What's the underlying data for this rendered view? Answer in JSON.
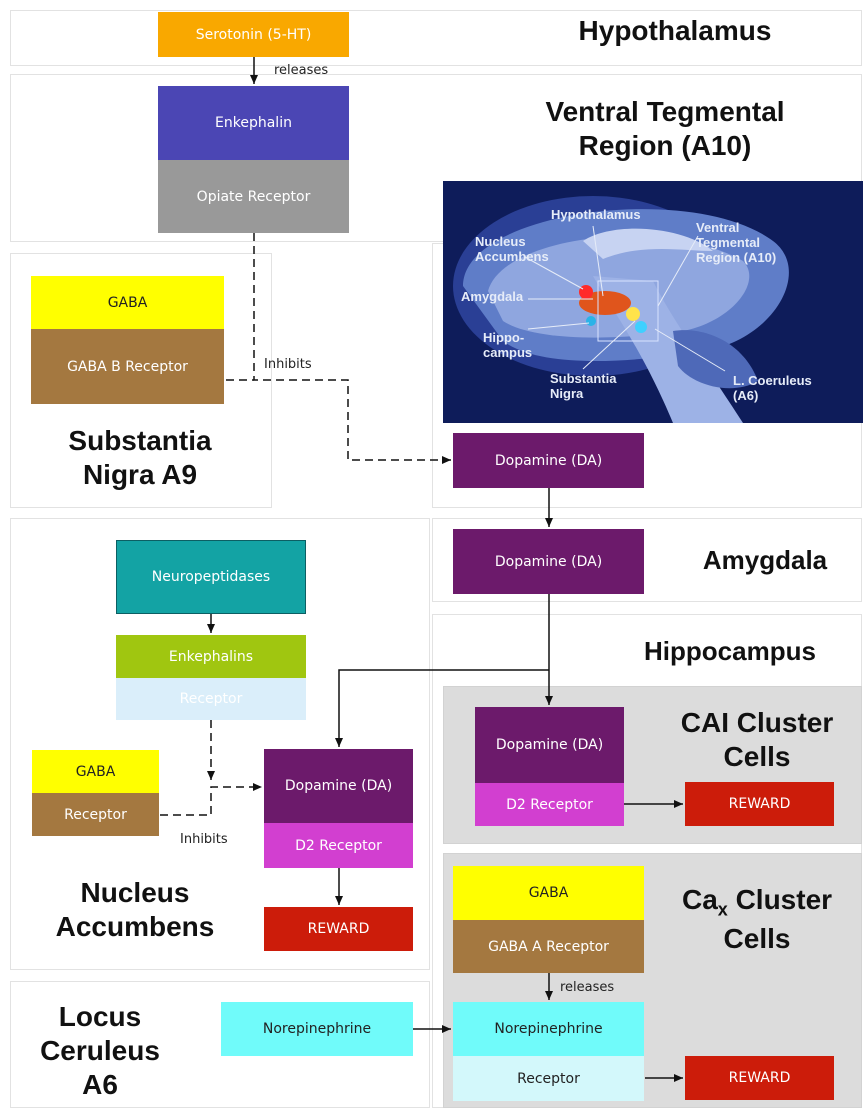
{
  "regions": {
    "hypothalamus": "Hypothalamus",
    "vta_line1": "Ventral Tegmental",
    "vta_line2": "Region (A10)",
    "substantia_line1": "Substantia",
    "substantia_line2": "Nigra A9",
    "amygdala": "Amygdala",
    "hippocampus": "Hippocampus",
    "cai_line1": "CAI Cluster",
    "cai_line2": "Cells",
    "cax_prefix": "Ca",
    "cax_sub": "x",
    "cax_suffix": "Cluster",
    "cax_line2": "Cells",
    "nucleus_line1": "Nucleus",
    "nucleus_line2": "Accumbens",
    "locus_line1": "Locus",
    "locus_line2": "Ceruleus",
    "locus_line3": "A6"
  },
  "boxes": {
    "serotonin": "Serotonin (5-HT)",
    "enkephalin": "Enkephalin",
    "opiate_receptor": "Opiate Receptor",
    "gaba_sn": "GABA",
    "gaba_b_receptor": "GABA B Receptor",
    "dopamine_vta": "Dopamine (DA)",
    "dopamine_amygdala": "Dopamine (DA)",
    "neuropeptidases": "Neuropeptidases",
    "enkephalins": "Enkephalins",
    "receptor_nac": "Receptor",
    "gaba_nac": "GABA",
    "receptor_gaba_nac": "Receptor",
    "dopamine_nac": "Dopamine (DA)",
    "d2_receptor_nac": "D2 Receptor",
    "reward_nac": "REWARD",
    "dopamine_cai": "Dopamine (DA)",
    "d2_receptor_cai": "D2 Receptor",
    "reward_cai": "REWARD",
    "gaba_cax": "GABA",
    "gaba_a_receptor": "GABA A Receptor",
    "norepinephrine_lc": "Norepinephrine",
    "norepinephrine_cax": "Norepinephrine",
    "receptor_cax": "Receptor",
    "reward_cax": "REWARD"
  },
  "edge_labels": {
    "releases_top": "releases",
    "inhibits_top": "Inhibits",
    "inhibits_nac": "Inhibits",
    "releases_cax": "releases"
  },
  "brain_labels": {
    "hypothalamus": "Hypothalamus",
    "nucleus_1": "Nucleus",
    "nucleus_2": "Accumbens",
    "vta_1": "Ventral",
    "vta_2": "Tegmental",
    "vta_3": "Region (A10)",
    "amygdala": "Amygdala",
    "hippo_1": "Hippo-",
    "hippo_2": "campus",
    "substantia_1": "Substantia",
    "substantia_2": "Nigra",
    "coeruleus_1": "L. Coeruleus",
    "coeruleus_2": "(A6)"
  },
  "colors": {
    "orange": "#f9a800",
    "indigo": "#4b46b4",
    "gray": "#999999",
    "yellow": "#ffff00",
    "brown": "#a47840",
    "purple": "#6c1a6b",
    "teal": "#13a3a4",
    "lime": "#a0c610",
    "light_blue": "#daeefa",
    "magenta": "#d23fd0",
    "red": "#cc1c0a",
    "cyan": "#70fbfa",
    "pale_cyan": "#d3f8fb",
    "panel_gray": "#dcdcdc"
  }
}
